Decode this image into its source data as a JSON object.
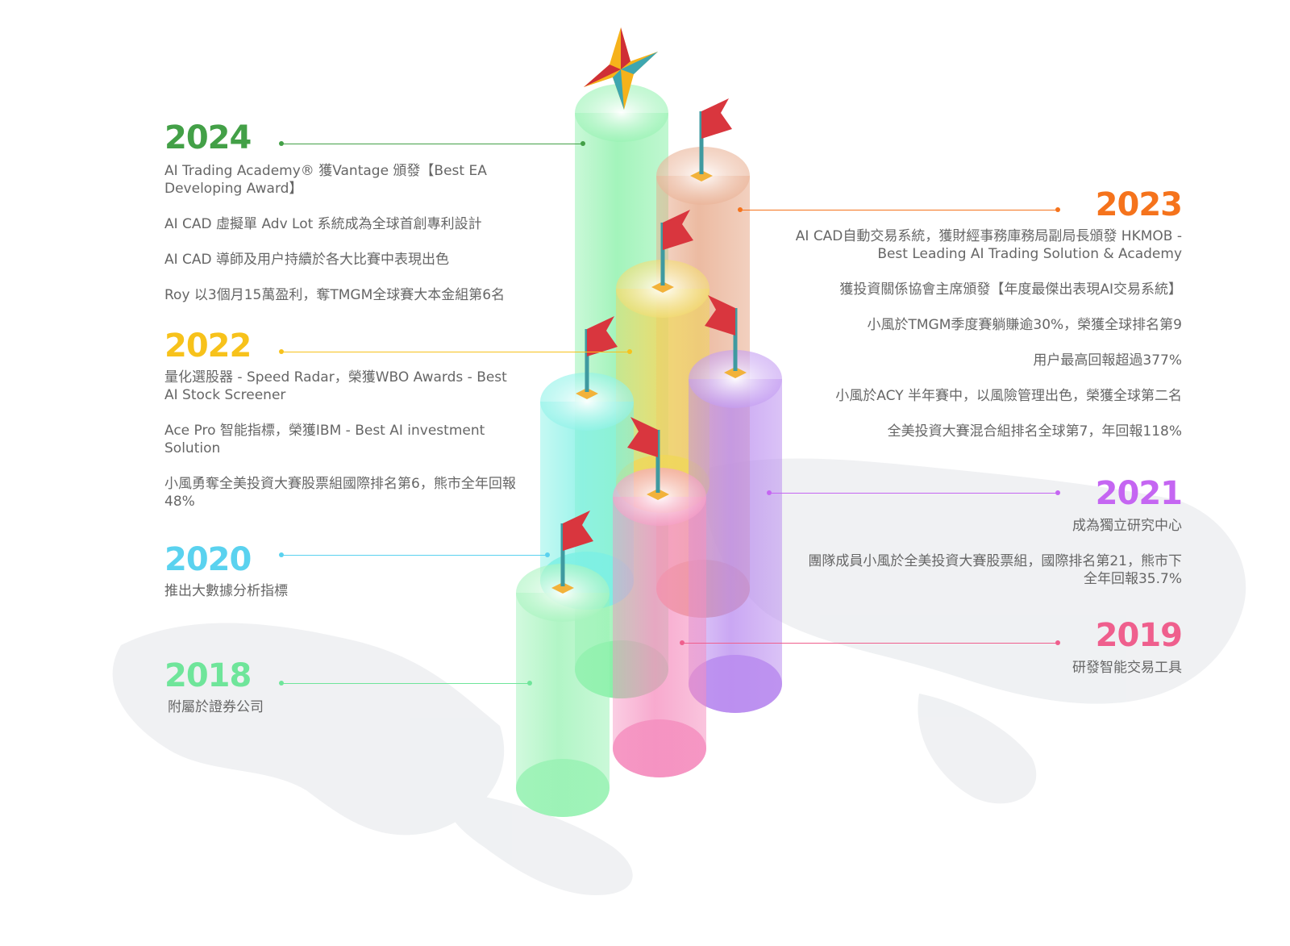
{
  "milestones": [
    {
      "year": "2024",
      "color": "#43a047",
      "items": [
        "AI Trading Academy® 獲Vantage 頒發【Best EA Developing Award】",
        "AI CAD 虛擬單 Adv Lot 系統成為全球首創專利設計",
        "AI CAD 導師及用户持續於各大比賽中表現出色",
        "Roy 以3個月15萬盈利，奪TMGM全球賽大本金組第6名"
      ]
    },
    {
      "year": "2023",
      "color": "#f5731c",
      "items": [
        "AI CAD自動交易系統，獲財經事務庫務局副局長頒發 HKMOB - Best Leading AI Trading Solution & Academy",
        "獲投資關係協會主席頒發【年度最傑出表現AI交易系統】",
        "小風於TMGM季度賽躺賺逾30%，榮獲全球排名第9",
        "用户最高回報超過377%",
        "小風於ACY 半年賽中，以風險管理出色，榮獲全球第二名",
        "全美投資大賽混合組排名全球第7，年回報118%"
      ]
    },
    {
      "year": "2022",
      "color": "#f7c21b",
      "items": [
        "量化選股器 - Speed Radar，榮獲WBO Awards - Best AI Stock Screener",
        "Ace Pro 智能指標，榮獲IBM - Best AI investment Solution",
        "小風勇奪全美投資大賽股票組國際排名第6，熊市全年回報48%"
      ]
    },
    {
      "year": "2021",
      "color": "#c566f2",
      "items": [
        "成為獨立研究中心",
        "團隊成員小風於全美投資大賽股票組，國際排名第21，熊市下全年回報35.7%"
      ]
    },
    {
      "year": "2020",
      "color": "#5ad2ef",
      "items": [
        "推出大數據分析指標"
      ]
    },
    {
      "year": "2019",
      "color": "#ef5f8d",
      "items": [
        "研發智能交易工具"
      ]
    },
    {
      "year": "2018",
      "color": "#6fe59a",
      "items": [
        "附屬於證券公司"
      ]
    }
  ],
  "pillars": {
    "2024": {
      "color": "#86f0a6",
      "marker": "star"
    },
    "2023": {
      "color": "#e6a584",
      "marker": "flag"
    },
    "2022": {
      "color": "#f0d75a",
      "marker": "flag"
    },
    "2021": {
      "color": "#b98bef",
      "marker": "flag"
    },
    "2020": {
      "color": "#7cf0e4",
      "marker": "flag"
    },
    "2019": {
      "color": "#f58fbf",
      "marker": "flag"
    },
    "2018": {
      "color": "#99f2b4",
      "marker": "flag"
    }
  },
  "marker_colors": {
    "flag": "#d9363e",
    "pole": "#3f9aa0",
    "base": "#f2b23a",
    "star_gold": "#f6b21b",
    "star_red": "#cf2f36",
    "star_teal": "#3ea6b0"
  }
}
